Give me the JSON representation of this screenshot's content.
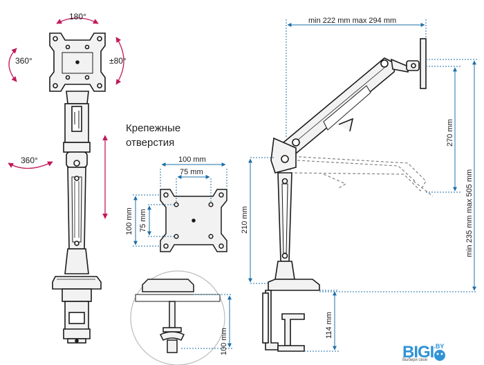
{
  "colors": {
    "line": "#1a1a1a",
    "dimension": "#1e6fa8",
    "rotation": "#c2185b",
    "metal_fill": "#f2f2f2",
    "brand_blue": "#2f93d6"
  },
  "rotation_labels": {
    "top": "180°",
    "left": "360°",
    "right": "±80°",
    "base": "360°"
  },
  "mount_holes": {
    "title_line1": "Крепежные",
    "title_line2": "отверстия",
    "width_outer": "100 mm",
    "width_inner": "75 mm",
    "height_outer": "100 mm",
    "height_inner": "75 mm"
  },
  "clamp": {
    "height_label": "100 mm"
  },
  "side_view": {
    "reach_label": "min 222 mm max 294 mm",
    "pole_height_label": "210 mm",
    "travel_label": "270 mm",
    "total_height_label": "min 235 mm max 505 mm",
    "clamp_height_label": "114 mm"
  },
  "brand": {
    "logo_text": "BIGI",
    "suffix": ".BY",
    "tagline": "Выбери своё"
  }
}
